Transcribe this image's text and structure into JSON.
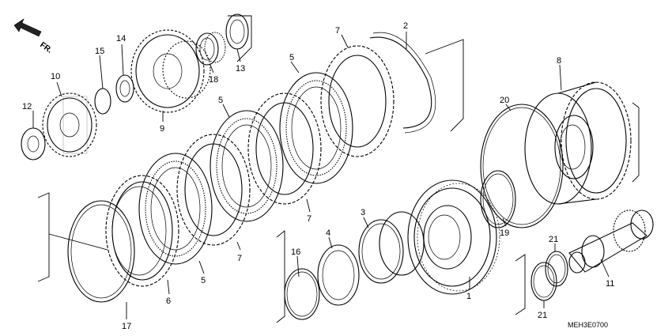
{
  "direction_label": "FR.",
  "diagram_code": "MEH3E0700",
  "callouts": {
    "c1": "1",
    "c2": "2",
    "c3": "3",
    "c4": "4",
    "c5a": "5",
    "c5b": "5",
    "c5c": "5",
    "c6": "6",
    "c7a": "7",
    "c7b": "7",
    "c7c": "7",
    "c8": "8",
    "c9": "9",
    "c10": "10",
    "c11": "11",
    "c12": "12",
    "c13": "13",
    "c14": "14",
    "c15": "15",
    "c16": "16",
    "c17": "17",
    "c18": "18",
    "c19": "19",
    "c20": "20",
    "c21a": "21",
    "c21b": "21"
  }
}
